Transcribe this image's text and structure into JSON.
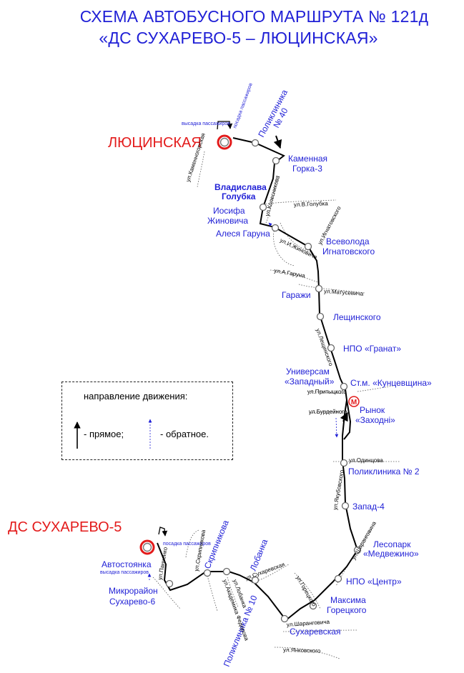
{
  "title": {
    "line1": "СХЕМА АВТОБУСНОГО МАРШРУТА № 121д",
    "line2": "«ДС СУХАРЕВО-5 – ЛЮЦИНСКАЯ»"
  },
  "termini": {
    "north": "ЛЮЦИНСКАЯ",
    "south": "ДС СУХАРЕВО-5"
  },
  "stops": {
    "poliklinika40_1": "Поликлиника",
    "poliklinika40_2": "№ 40",
    "kamennaya_1": "Каменная",
    "kamennaya_2": "Горка-3",
    "golubka_1": "Владислава",
    "golubka_2": "Голубка",
    "zhinovicha_1": "Иосифа",
    "zhinovicha_2": "Жиновича",
    "garuna": "Алеся Гаруна",
    "ignatovskogo_1": "Всеволода",
    "ignatovskogo_2": "Игнатовского",
    "garazhi": "Гаражи",
    "leshchinskogo": "Лещинского",
    "granat": "НПО «Гранат»",
    "universam_1": "Универсам",
    "universam_2": "«Западный»",
    "kuntsevshchina": "Ст.м. «Кунцевщина»",
    "rynok_1": "Рынок",
    "rynok_2": "«Заходні»",
    "poliklinika2": "Поликлиника № 2",
    "zapad4": "Запад-4",
    "lesopark_1": "Лесопарк",
    "lesopark_2": "«Медвежино»",
    "npo_centr": "НПО «Центр»",
    "maksima_1": "Максима",
    "maksima_2": "Горецкого",
    "sukharevskaya": "Сухаревская",
    "poliklinika10": "Поликлиника № 10",
    "lobanka": "Лобанка",
    "skripnikova": "Скрипникова",
    "avtostoyanka": "Автостоянка",
    "mikrorayon_1": "Микрорайон",
    "mikrorayon_2": "Сухарево-6"
  },
  "notes": {
    "north_alight": "высадка пассажиров",
    "north_board": "посадка пассажиров",
    "south_board": "посадка пассажиров",
    "south_alight": "высадка пассажиров",
    "metro": "М"
  },
  "streets": {
    "kamennogorskaya": "ул.Каменногорская",
    "kolesnikova": "ул.Колесникова",
    "golubka": "ул.В.Голубка",
    "ignatovskogo": "ул.Игнатовского",
    "zhinovicha": "ул.И.Жиновича",
    "garuna": "ул.А.Гаруна",
    "matusevicha": "ул.Матусевича",
    "leshchinskogo": "ул.Лещинского",
    "pritytskogo": "ул.Притыцкого",
    "burdeynogo": "ул.Бурдейного",
    "odintsova": "ул.Одинцова",
    "yakubovskogo": "ул.Якубовского",
    "sharangovicha_e": "ул.Шаранговича",
    "goretskogo": "ул.Горецкого",
    "sukharevskaya": "ул.Сухаревская",
    "lobanka": "ул.Лобанка",
    "akad_fedorova": "ул.Академика Федорова",
    "skripnikova": "ул.Скрипникова",
    "panchenko": "ул.Панченко",
    "sharangovicha_s": "ул.Шаранговича",
    "yankovskogo": "ул.Янковского"
  },
  "legend": {
    "title": "направление движения:",
    "forward": "- прямое;",
    "reverse": "- обратное."
  },
  "colors": {
    "stop_text": "#1f1fd6",
    "terminus_text": "#e31b1b",
    "terminus_ring": "#e31b1b",
    "route_line": "#000000",
    "reverse_arrow": "#1f1fd6"
  }
}
